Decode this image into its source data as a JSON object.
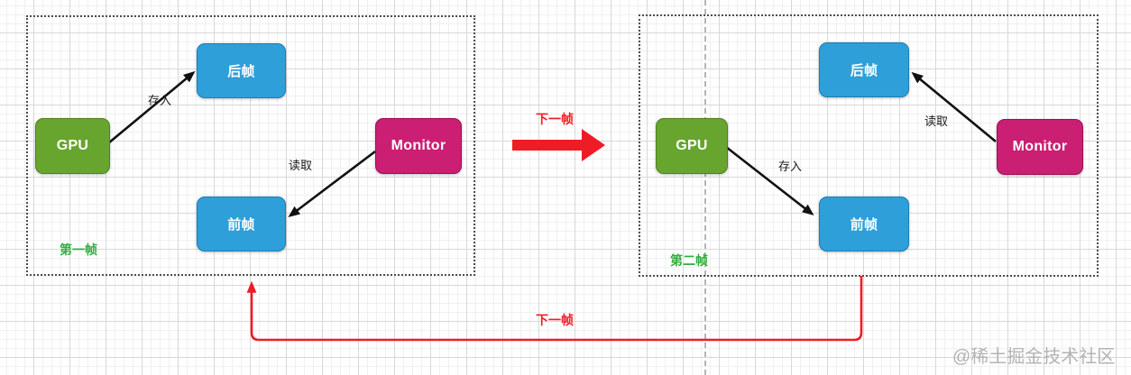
{
  "watermark": "@稀土掘金技术社区",
  "colors": {
    "gpu_box": "#67a52e",
    "buffer_box": "#2e9fd9",
    "monitor_box": "#ca1f72",
    "red_accent": "#ee1c25",
    "frame_label_green": "#2fae3e",
    "frame_border": "#4d4d4d",
    "divider_gray": "#b5b5b5"
  },
  "frame1": {
    "label": "第一帧",
    "gpu": "GPU",
    "back_buffer": "后帧",
    "front_buffer": "前帧",
    "monitor": "Monitor",
    "store_label": "存入",
    "read_label": "读取"
  },
  "frame2": {
    "label": "第二帧",
    "gpu": "GPU",
    "back_buffer": "后帧",
    "front_buffer": "前帧",
    "monitor": "Monitor",
    "store_label": "存入",
    "read_label": "读取"
  },
  "transition_label": "下一帧",
  "feedback_label": "下一帧"
}
